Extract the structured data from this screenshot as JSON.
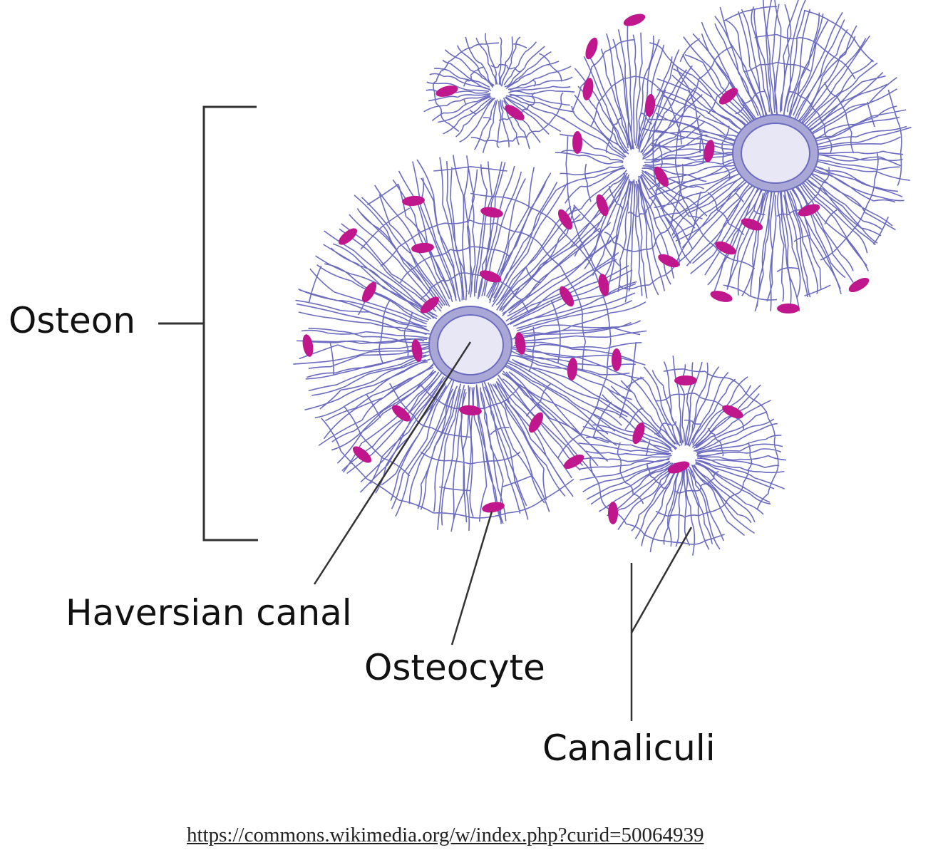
{
  "labels": {
    "osteon": "Osteon",
    "haversian_canal": "Haversian canal",
    "osteocyte": "Osteocyte",
    "canaliculi": "Canaliculi"
  },
  "source_url": "https://commons.wikimedia.org/w/index.php?curid=50064939",
  "colors": {
    "canaliculi_line": "#6b6bc0",
    "osteocyte_fill": "#c0188c",
    "canal_ring": "#a9a7d6",
    "canal_lumen": "#e8e7f5",
    "leader_line": "#333333"
  },
  "icons": {
    "osteon": "osteon-icon",
    "haversian_canal": "haversian-canal-icon",
    "osteocyte": "osteocyte-icon"
  }
}
